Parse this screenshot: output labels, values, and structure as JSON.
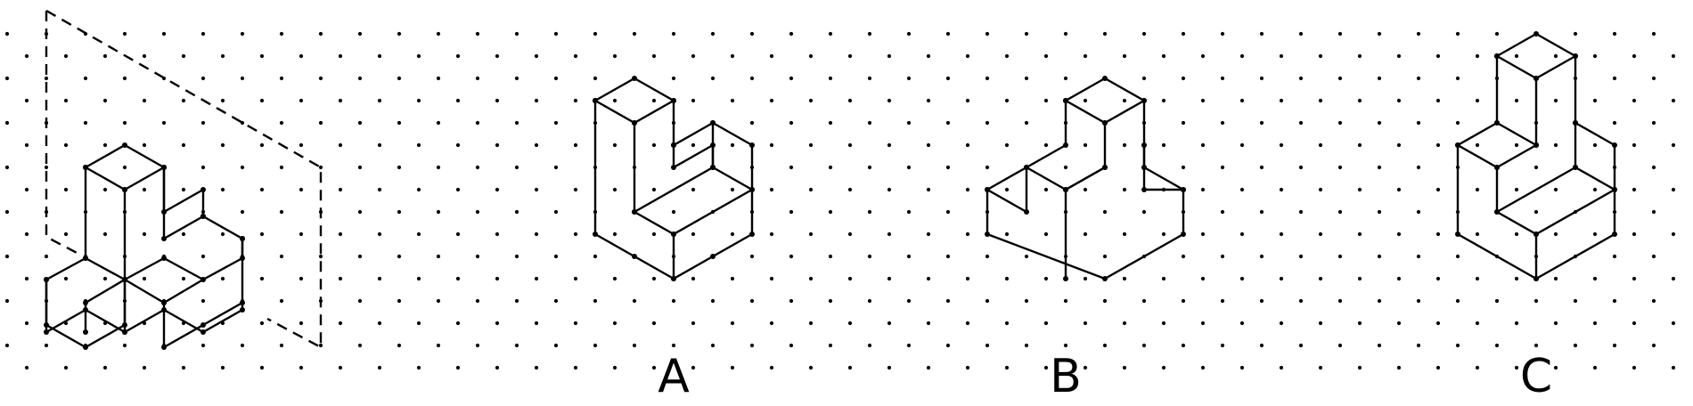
{
  "figure": {
    "options": [
      {
        "key": "A",
        "label": "A"
      },
      {
        "key": "B",
        "label": "B"
      },
      {
        "key": "C",
        "label": "C"
      }
    ],
    "background": "isometric-dot-grid",
    "reference_has_dashed_mirror_plane": true,
    "colors": {
      "ink": "#000000",
      "paper": "#ffffff"
    }
  }
}
